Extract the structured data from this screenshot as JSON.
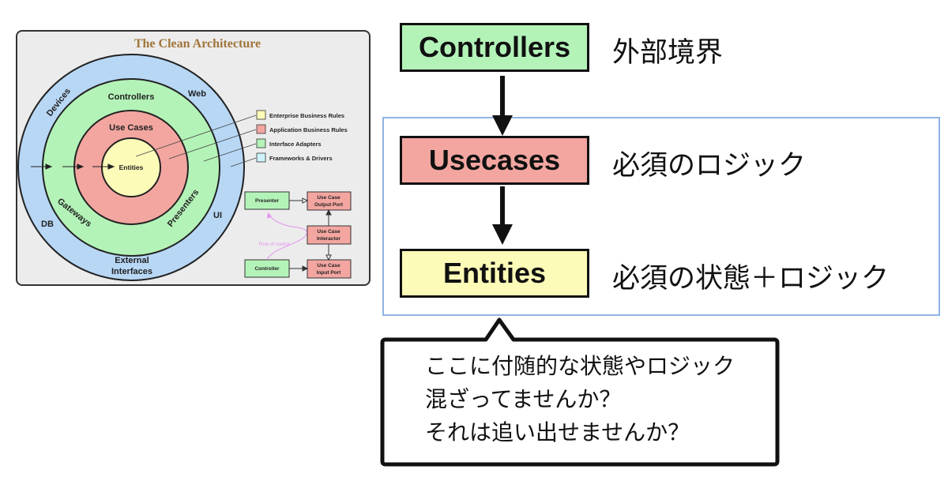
{
  "clean_architecture": {
    "title": "The Clean Architecture",
    "rings": {
      "outer_labels": [
        "Devices",
        "Web",
        "DB",
        "UI",
        "External",
        "Interfaces"
      ],
      "green_labels": [
        "Controllers",
        "Gateways",
        "Presenters"
      ],
      "red_label": "Use Cases",
      "center_label": "Entities"
    },
    "legend": [
      {
        "label": "Enterprise Business Rules",
        "color": "#fdfbb8"
      },
      {
        "label": "Application Business Rules",
        "color": "#f3a6a0"
      },
      {
        "label": "Interface Adapters",
        "color": "#b4f3b8"
      },
      {
        "label": "Frameworks & Drivers",
        "color": "#cdf2f9"
      }
    ],
    "flow": {
      "presenter": "Presenter",
      "controller": "Controller",
      "output_port": [
        "Use Case",
        "Output Port"
      ],
      "interactor": [
        "Use Case",
        "Interactor"
      ],
      "input_port": [
        "Use Case",
        "Input Port"
      ],
      "flow_label": "Flow of control"
    }
  },
  "layers": [
    {
      "name": "Controllers",
      "desc": "外部境界",
      "color": "#b4f3b8"
    },
    {
      "name": "Usecases",
      "desc": "必須のロジック",
      "color": "#f3a6a0"
    },
    {
      "name": "Entities",
      "desc": "必須の状態＋ロジック",
      "color": "#fdfbb8"
    }
  ],
  "callout": {
    "lines": [
      "ここに付随的な状態やロジック",
      "混ざってませんか？",
      "それは追い出せませんか？"
    ]
  },
  "colors": {
    "frameworks": "#b7d7f5",
    "interface_adapters": "#b4f3b8",
    "application": "#f3a6a0",
    "enterprise": "#fdfbb8",
    "core_border": "#8fb4e3",
    "title_brown": "#a0753a",
    "flow_pink": "#e493ef"
  }
}
